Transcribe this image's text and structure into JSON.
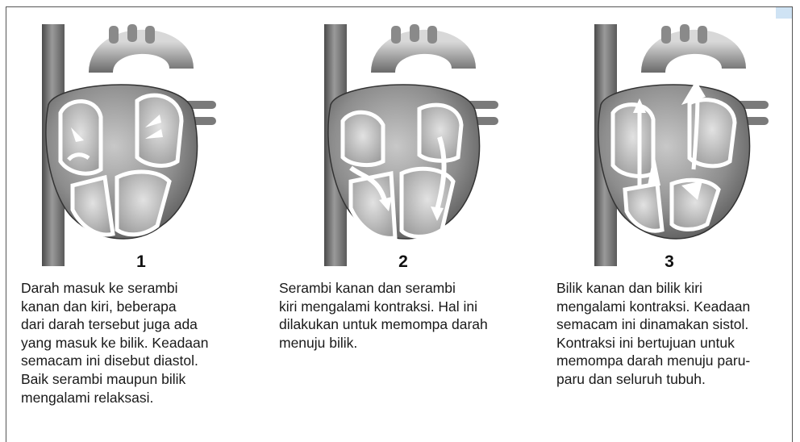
{
  "steps": [
    {
      "number": "1",
      "caption": "Darah masuk ke serambi\nkanan dan kiri, beberapa\ndari darah tersebut juga ada\nyang masuk ke bilik. Keadaan\nsemacam ini disebut diastol.\nBaik serambi maupun bilik\nmengalami relaksasi."
    },
    {
      "number": "2",
      "caption": "Serambi kanan dan serambi\nkiri mengalami kontraksi. Hal ini\ndilakukan untuk memompa darah\nmenuju bilik."
    },
    {
      "number": "3",
      "caption": "Bilik kanan dan bilik kiri\nmengalami kontraksi. Keadaan\nsemacam ini dinamakan sistol.\nKontraksi ini bertujuan untuk\nmemompa darah menuju paru-\nparu dan seluruh tubuh."
    }
  ]
}
